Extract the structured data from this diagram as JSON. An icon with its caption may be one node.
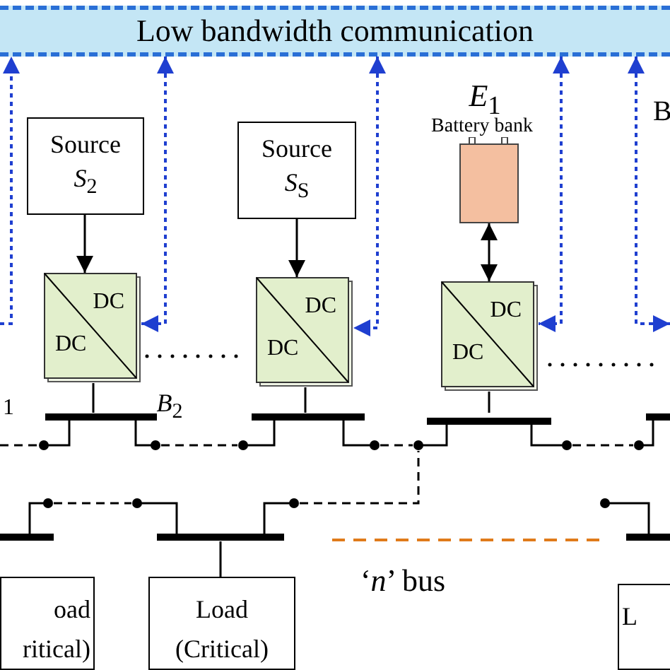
{
  "diagram": {
    "nodes": [
      {
        "text": [
          "Low bandwidth communication"
        ]
      },
      {
        "text": [
          "Source *S*$_{2}$"
        ]
      },
      {
        "text": [
          "Source *S*$_{S}$"
        ]
      },
      {
        "text": [],
        "shape": "box",
        "beside": [
          "*E*$_{1}$",
          "Battery bank"
        ]
      },
      {
        "text": [
          "DC",
          "DC"
        ]
      },
      {
        "text": [
          "DC",
          "DC"
        ]
      },
      {
        "text": [
          "DC",
          "DC"
        ]
      },
      {
        "text": [],
        "shape": "bar",
        "beside": [
          "*B*$_{2}$"
        ]
      },
      {
        "text": [],
        "shape": "bar"
      },
      {
        "text": [],
        "shape": "bar"
      },
      {
        "text": [],
        "shape": "bar"
      },
      {
        "text": [],
        "shape": "bar"
      },
      {
        "text": [],
        "shape": "bar"
      },
      {
        "text": [],
        "shape": "bar"
      },
      {
        "text": [
          "oad ritical)"
        ]
      },
      {
        "text": [
          "Load (Critical)"
        ]
      },
      {
        "text": [
          "L"
        ]
      }
    ],
    "edges": [
      {
        "from": 1,
        "to": 4,
        "arrow": "to"
      },
      {
        "from": 2,
        "to": 5,
        "arrow": "to"
      },
      {
        "from": 3,
        "to": 6,
        "arrow": "both"
      },
      {
        "from": 0,
        "to": 4,
        "arrow": "both",
        "style": "dashed",
        "color": "#1f3fd0"
      },
      {
        "from": 0,
        "to": 5,
        "arrow": "both",
        "style": "dashed",
        "color": "#1f3fd0"
      },
      {
        "from": 0,
        "to": 6,
        "arrow": "both",
        "style": "dashed",
        "color": "#1f3fd0"
      },
      {
        "from": null,
        "to": 0,
        "arrow": "to",
        "style": "dashed",
        "color": "#1f3fd0"
      },
      {
        "from": 0,
        "to": null,
        "arrow": "both",
        "style": "dashed",
        "color": "#1f3fd0"
      },
      {
        "from": 4,
        "to": 7,
        "arrow": "none"
      },
      {
        "from": 5,
        "to": 8,
        "arrow": "none"
      },
      {
        "from": 6,
        "to": 9,
        "arrow": "none"
      },
      {
        "from": null,
        "to": 7,
        "arrow": "none",
        "style": "dashed"
      },
      {
        "from": 7,
        "to": 8,
        "arrow": "none",
        "style": "dashed"
      },
      {
        "from": 8,
        "to": 9,
        "arrow": "none",
        "style": "dashed"
      },
      {
        "from": 9,
        "to": 10,
        "arrow": "none",
        "style": "dashed"
      },
      {
        "from": 11,
        "to": 12,
        "arrow": "none",
        "style": "dashed"
      },
      {
        "from": 12,
        "to": 9,
        "arrow": "none",
        "style": "dashed"
      },
      {
        "from": null,
        "to": 13,
        "arrow": "none",
        "style": "dashed",
        "color": "#e07b1a",
        "label": "‘*n*’ bus"
      },
      {
        "from": 12,
        "to": 15,
        "arrow": "none"
      }
    ],
    "labels": [
      "1",
      "B"
    ]
  }
}
